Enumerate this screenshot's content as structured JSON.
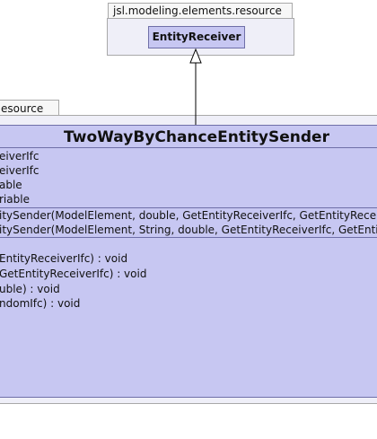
{
  "parent_package": {
    "name": "jsl.modeling.elements.resource"
  },
  "parent_class": {
    "name": "EntityReceiver"
  },
  "main_package": {
    "name": "esource"
  },
  "main_class": {
    "name": "TwoWayByChanceEntitySender",
    "attributes": [
      "eiverIfc",
      "eiverIfc",
      "able",
      "riable"
    ],
    "constructors": [
      "itySender(ModelElement, double, GetEntityReceiverIfc, GetEntityReceiverIfc)",
      "itySender(ModelElement, String, double, GetEntityReceiverIfc, GetEntityReceiverIfc)"
    ],
    "methods": [
      "EntityReceiverIfc) : void",
      "GetEntityReceiverIfc) : void",
      "uble) : void",
      "ndomIfc) : void"
    ]
  }
}
